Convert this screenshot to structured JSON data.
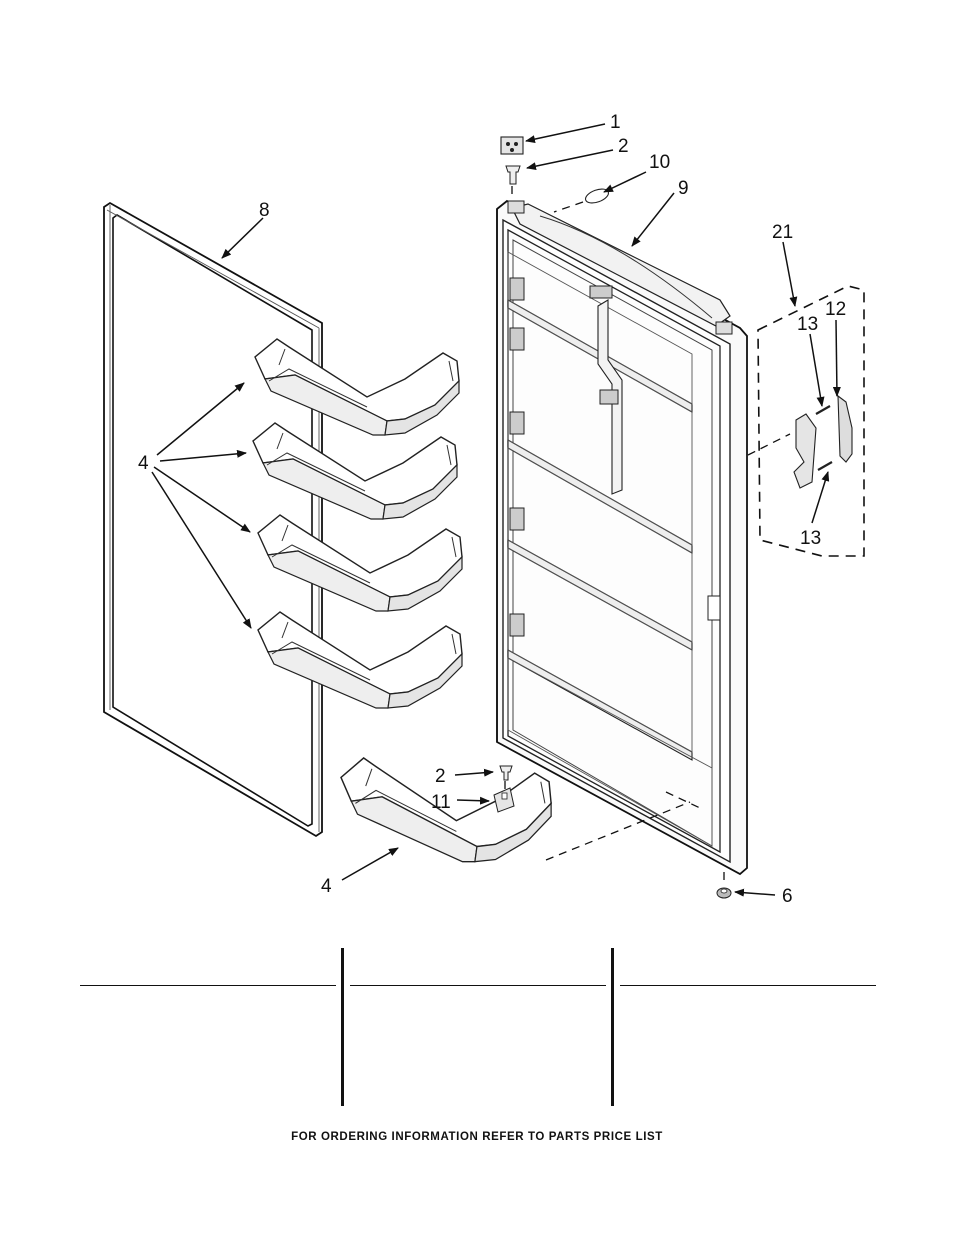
{
  "callouts": {
    "c1": "1",
    "c2_top": "2",
    "c10": "10",
    "c9": "9",
    "c8": "8",
    "c21": "21",
    "c12": "12",
    "c13_top": "13",
    "c13_bottom": "13",
    "c4_left": "4",
    "c2_bottom": "2",
    "c11": "11",
    "c4_bottom": "4",
    "c6": "6"
  },
  "footer_text": "FOR ORDERING INFORMATION REFER TO PARTS PRICE LIST"
}
